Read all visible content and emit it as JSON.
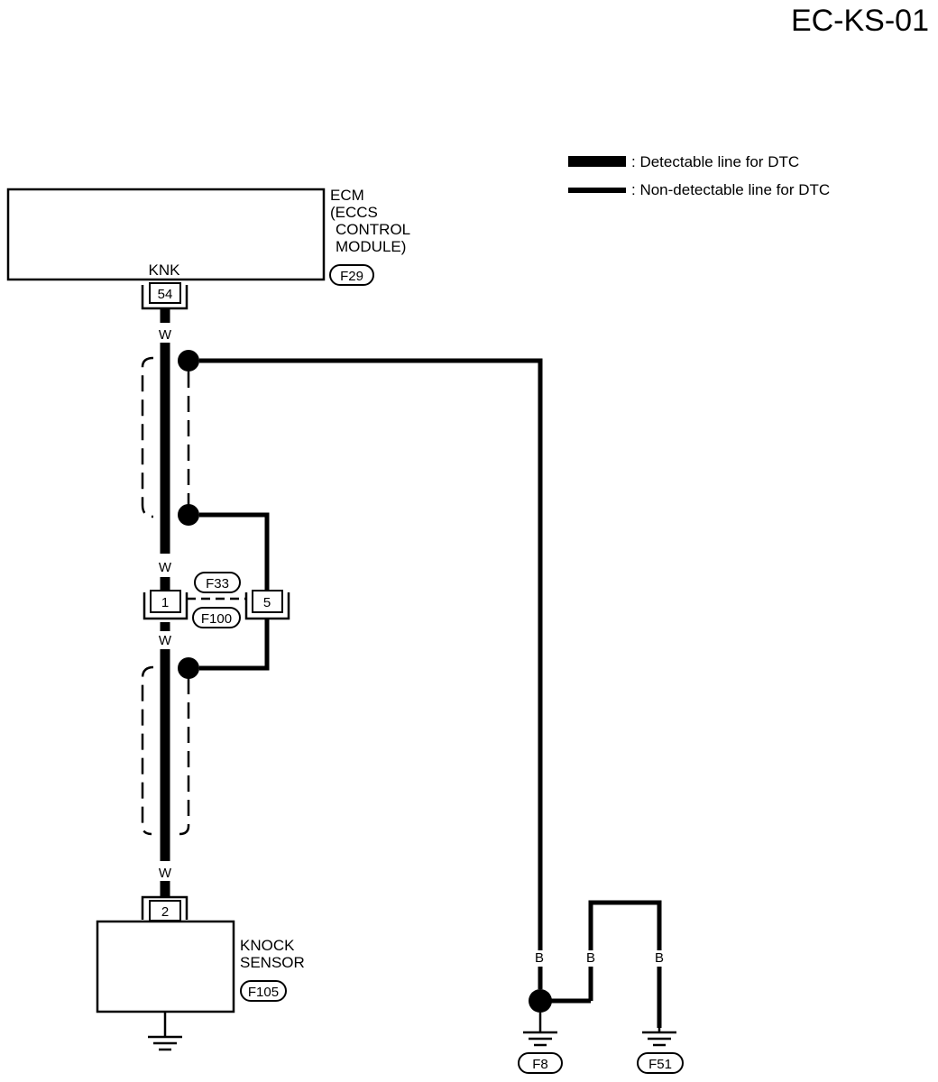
{
  "page_code": "EC-KS-01",
  "legend": {
    "detectable": ": Detectable line for DTC",
    "non_detectable": ": Non-detectable line for DTC"
  },
  "ecm": {
    "line1": "ECM",
    "line2": "(ECCS",
    "line3": "CONTROL",
    "line4": "MODULE)",
    "connector": "F29",
    "terminal_name": "KNK",
    "pin": "54"
  },
  "joint": {
    "connector_top": "F33",
    "connector_bottom": "F100",
    "pin_left": "1",
    "pin_right": "5"
  },
  "knock_sensor": {
    "line1": "KNOCK",
    "line2": "SENSOR",
    "connector": "F105",
    "pin": "2"
  },
  "wire_colors": {
    "w1": "W",
    "w2": "W",
    "w3": "W",
    "w4": "W",
    "b1": "B",
    "b2": "B",
    "b3": "B"
  },
  "grounds": {
    "g1": "F8",
    "g2": "F51"
  }
}
